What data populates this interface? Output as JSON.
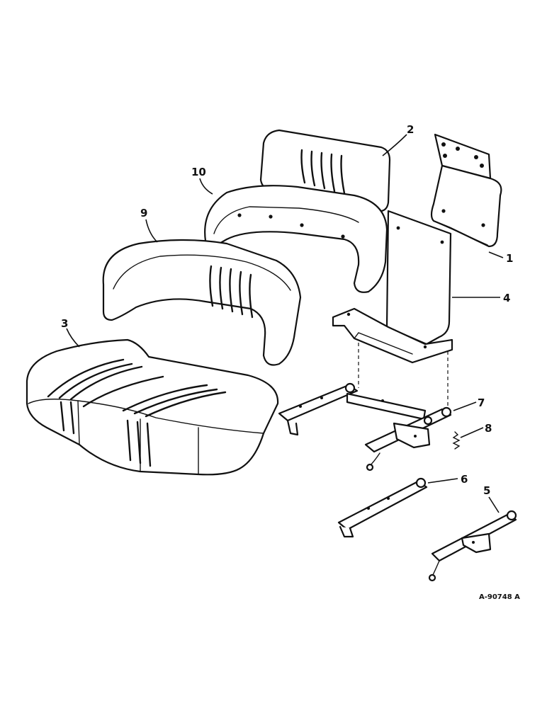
{
  "diagram": {
    "parts": [
      {
        "id": "backrest-cushion",
        "label": "2"
      },
      {
        "id": "back-frame",
        "label": "10"
      },
      {
        "id": "back-cushion-wrap",
        "label": "9"
      },
      {
        "id": "seat-cushion",
        "label": "3"
      },
      {
        "id": "mounting-bracket",
        "label": "1"
      },
      {
        "id": "seat-support",
        "label": "4"
      },
      {
        "id": "slide-assembly",
        "label": "7"
      },
      {
        "id": "spring",
        "label": "8"
      },
      {
        "id": "slide-rail-left",
        "label": "6"
      },
      {
        "id": "slide-rail-right",
        "label": "5"
      }
    ],
    "reference_code": "A-90748 A"
  }
}
